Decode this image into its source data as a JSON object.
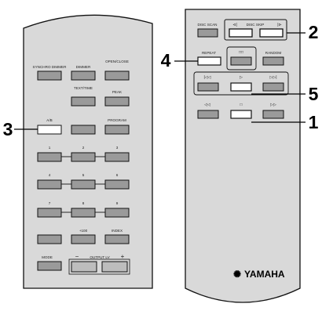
{
  "left_remote": {
    "row1": [
      "SYNCHRO DIMMER",
      "DIMMER",
      "OPEN/CLOSE"
    ],
    "row2": [
      "TEXT/TIME",
      "PEAK"
    ],
    "row3": [
      "A/B",
      "PROGRAM"
    ],
    "digits": [
      "1",
      "2",
      "3",
      "4",
      "5",
      "6",
      "7",
      "8",
      "9"
    ],
    "row7": [
      "+100",
      "INDEX"
    ],
    "mode": "MODE",
    "output": "OUTPUT LV",
    "minus": "−",
    "plus": "+"
  },
  "right_remote": {
    "row1": [
      "DISC SCAN",
      "DISC SKIP"
    ],
    "repeat": "REPEAT",
    "random": "RANDOM",
    "logo": "YAMAHA"
  },
  "callouts": [
    "1",
    "2",
    "3",
    "4",
    "5"
  ],
  "colors": {
    "body": "#d9d9d9",
    "outline": "#111111",
    "button": "#9a9a9a",
    "highlight": "#ffffff"
  }
}
